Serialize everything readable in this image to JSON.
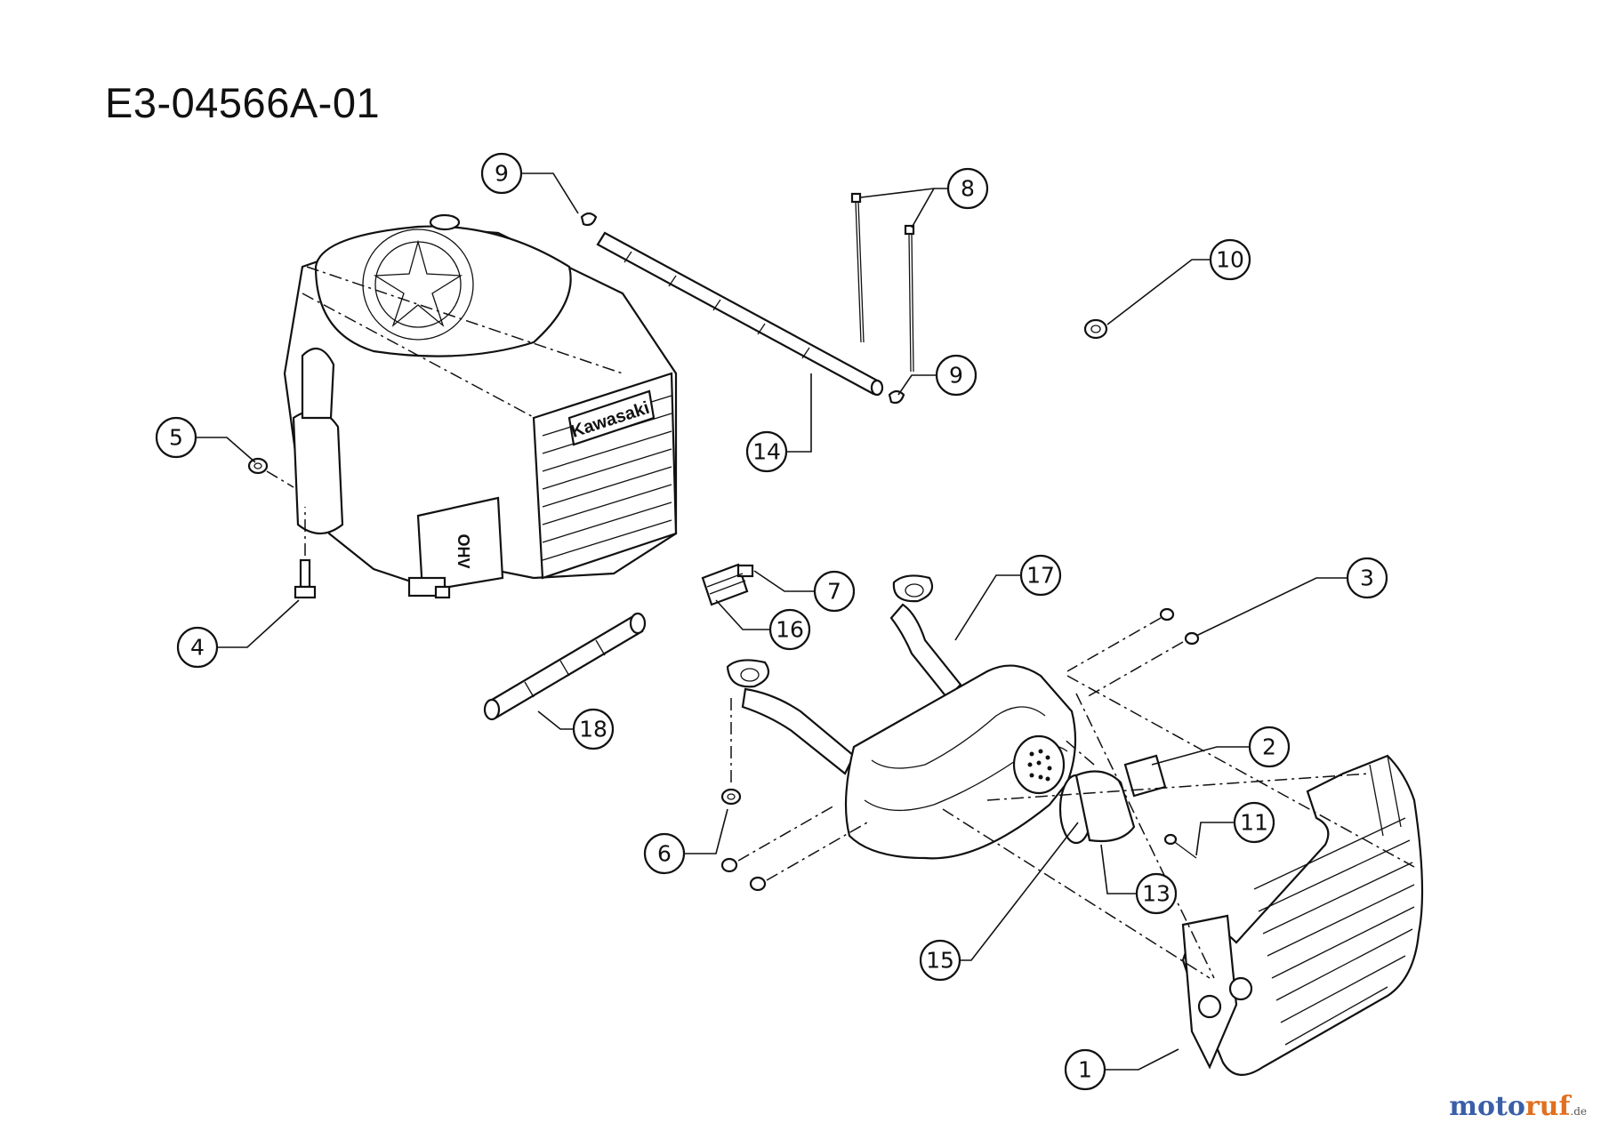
{
  "title": "E3-04566A-01",
  "engine_brand": "Kawasaki",
  "engine_label": "OHV",
  "callouts": [
    "1",
    "2",
    "3",
    "4",
    "5",
    "6",
    "7",
    "8",
    "9",
    "9",
    "10",
    "11",
    "13",
    "14",
    "15",
    "16",
    "17",
    "18"
  ],
  "watermark": {
    "part1": "moto",
    "part2": "ruf",
    "suffix": ".de"
  }
}
